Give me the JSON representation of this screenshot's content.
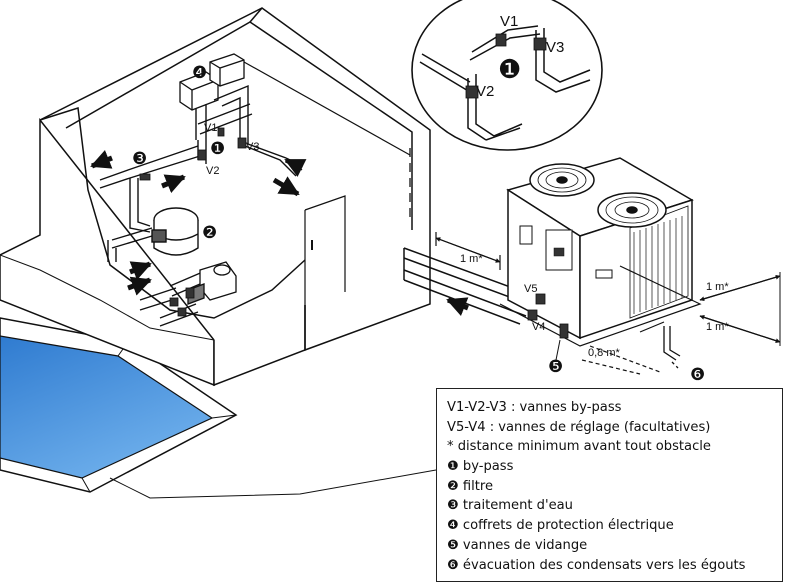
{
  "valve_labels": {
    "v1": "V1",
    "v2": "V2",
    "v3": "V3",
    "v4": "V4",
    "v5": "V5"
  },
  "callouts": {
    "n1": "❶",
    "n2": "❷",
    "n3": "❸",
    "n4": "❹",
    "n5": "❺",
    "n6": "❻"
  },
  "distances": {
    "front": "1 m*",
    "side_top": "1 m*",
    "side_bottom": "1 m*",
    "drain": "0,8 m*"
  },
  "legend": {
    "lines": [
      "V1-V2-V3 : vannes by-pass",
      "V5-V4 : vannes de réglage (facultatives)",
      "* distance minimum avant tout obstacle",
      "❶ by-pass",
      "❷ filtre",
      "❸ traitement d'eau",
      "❹ coffrets de protection électrique",
      "❺ vannes de vidange",
      "❻ évacuation des condensats vers les égouts"
    ]
  },
  "colors": {
    "pool_water": "#3b86d6",
    "line": "#111111",
    "background": "#ffffff"
  }
}
